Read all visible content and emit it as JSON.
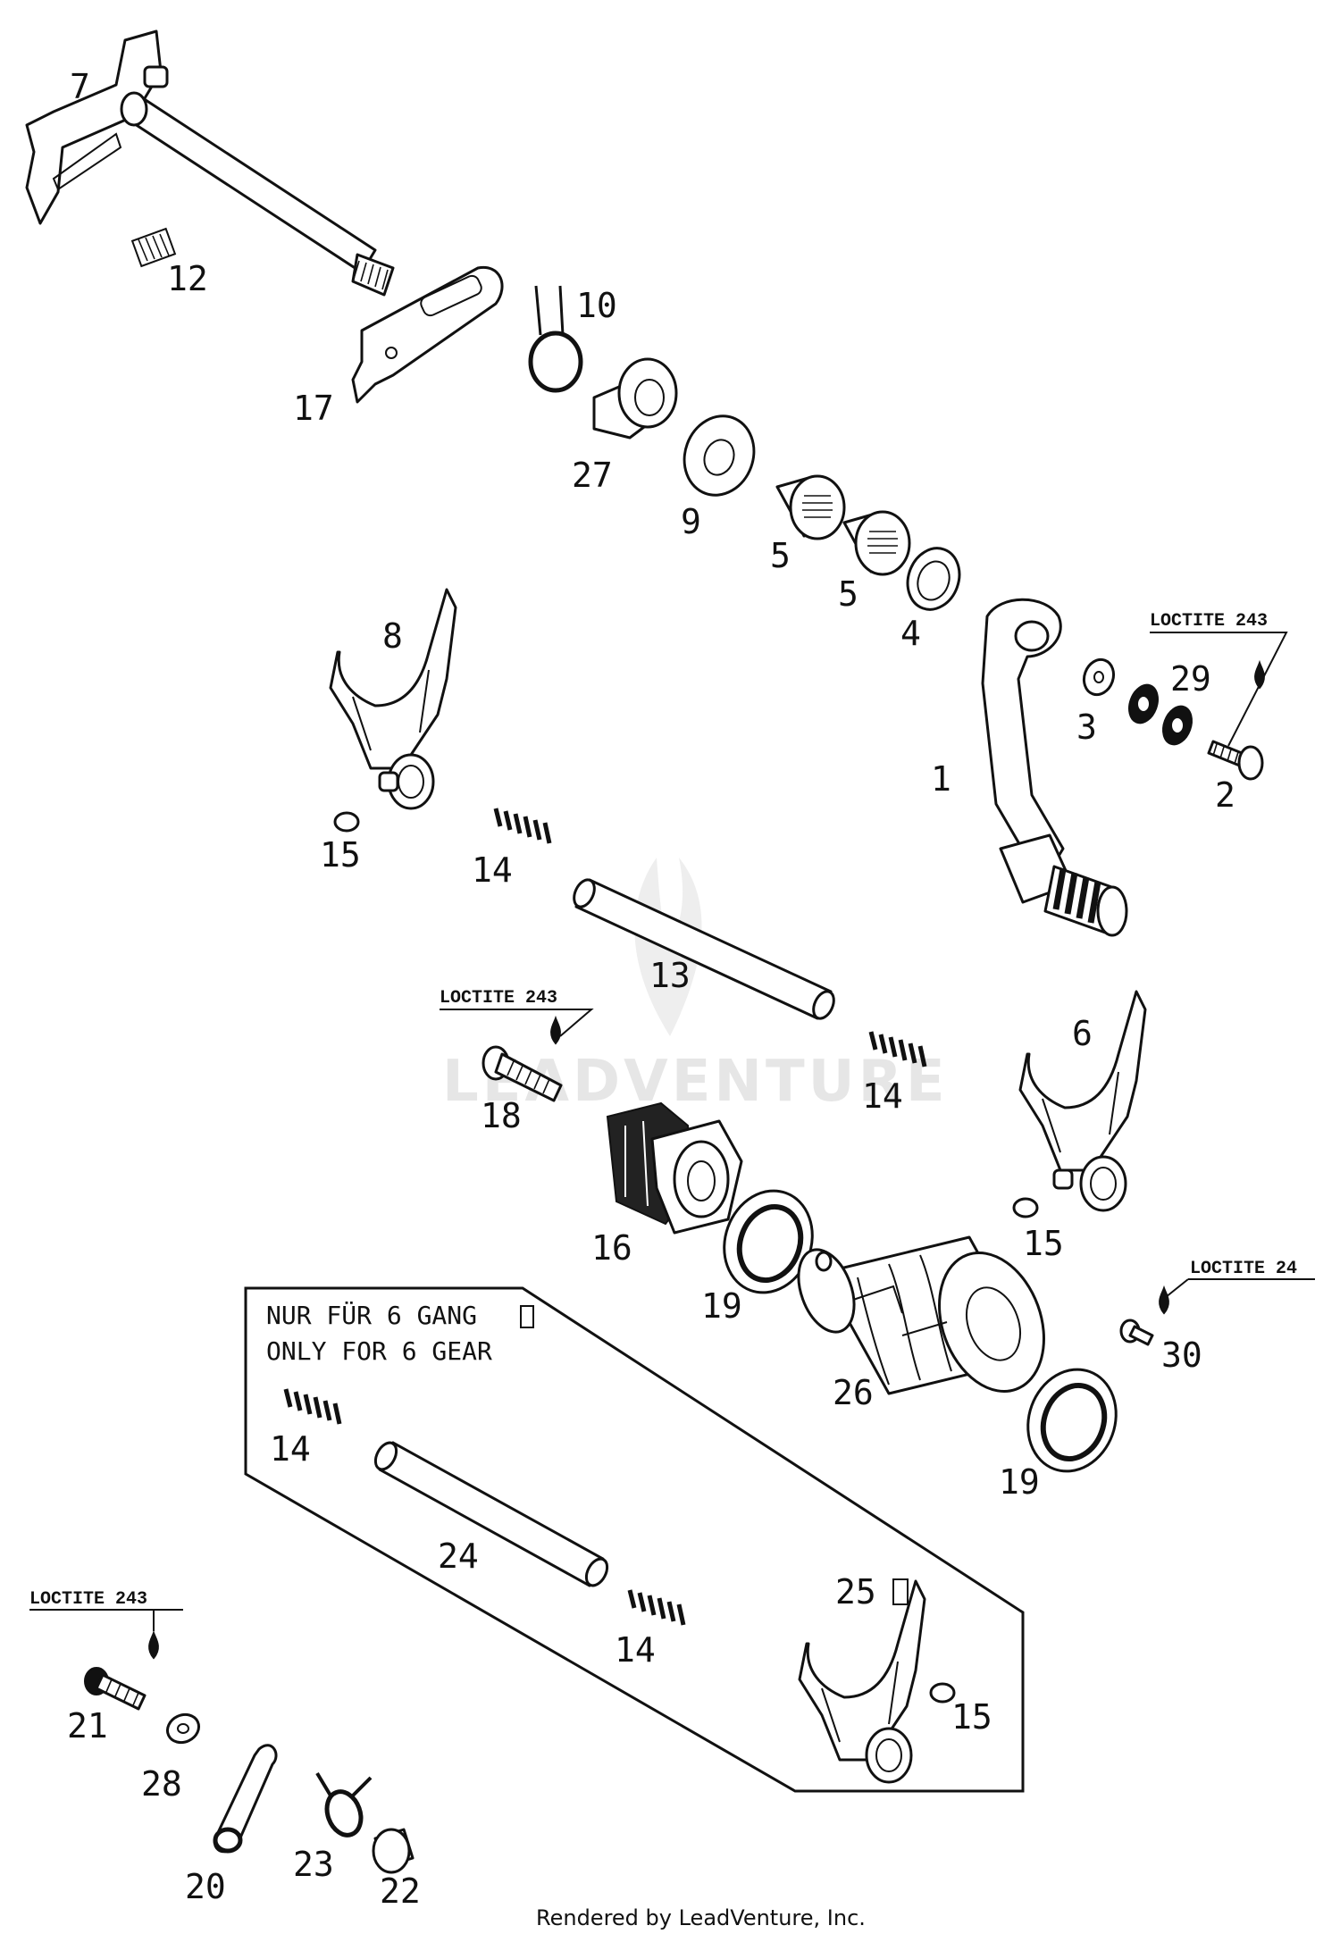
{
  "part_labels": {
    "p1": "1",
    "p2": "2",
    "p3": "3",
    "p4": "4",
    "p5a": "5",
    "p5b": "5",
    "p6": "6",
    "p7": "7",
    "p8": "8",
    "p9": "9",
    "p10": "10",
    "p12": "12",
    "p13": "13",
    "p14a": "14",
    "p14b": "14",
    "p14c": "14",
    "p14d": "14",
    "p15a": "15",
    "p15b": "15",
    "p15c": "15",
    "p16": "16",
    "p17": "17",
    "p18": "18",
    "p19a": "19",
    "p19b": "19",
    "p20": "20",
    "p21": "21",
    "p22": "22",
    "p23": "23",
    "p24": "24",
    "p25": "25",
    "p26": "26",
    "p27": "27",
    "p28": "28",
    "p29": "29",
    "p30": "30"
  },
  "loctite": {
    "top_right": "LOCTITE 243",
    "middle_left": "LOCTITE 243",
    "right": "LOCTITE 24",
    "bottom_left": "LOCTITE 243"
  },
  "note": {
    "line1": "NUR FÜR 6 GANG",
    "line2": "ONLY FOR 6 GEAR"
  },
  "watermark": "LEADVENTURE",
  "footer": "Rendered by LeadVenture, Inc."
}
